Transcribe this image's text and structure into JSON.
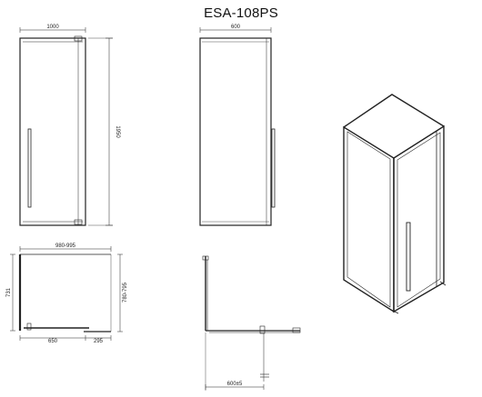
{
  "title": "ESA-108PS",
  "dimensions": {
    "front_width": "1000",
    "front_height": "1950",
    "side_width": "600",
    "plan_width": "980-995",
    "plan_depth_left": "731",
    "plan_depth_right": "780-795",
    "plan_fixed": "650",
    "plan_door": "295",
    "section_adjust": "600±5"
  },
  "colors": {
    "line": "#222222",
    "glass": "#555555"
  }
}
